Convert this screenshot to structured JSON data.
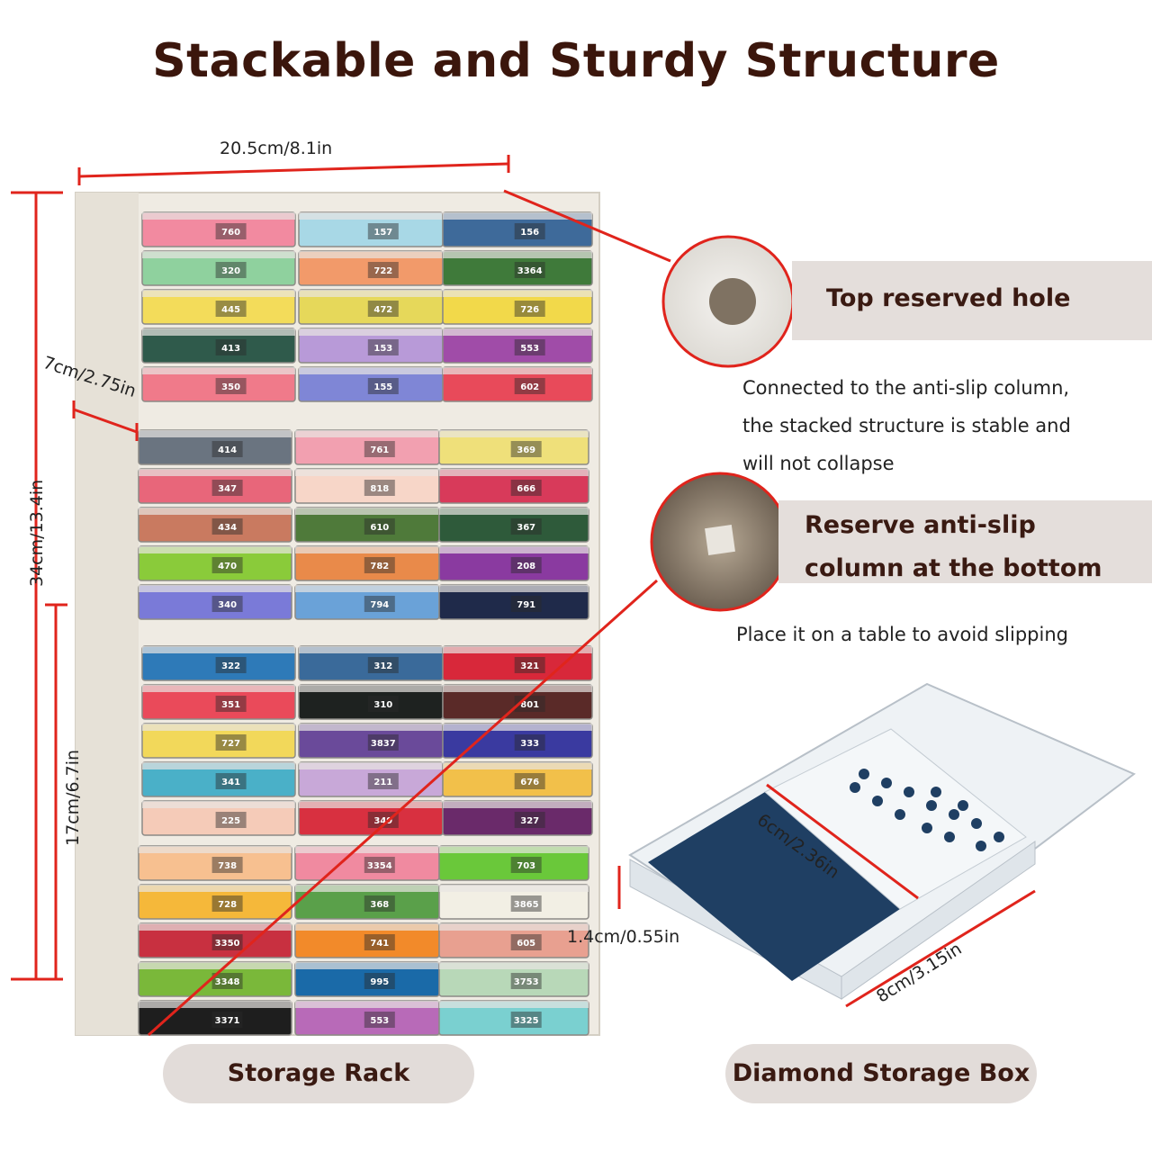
{
  "title": "Stackable and Sturdy Structure",
  "dimensions": {
    "rack_width": "20.5cm/8.1in",
    "rack_depth": "7cm/2.75in",
    "rack_height": "34cm/13.4in",
    "module_height": "17cm/6.7in",
    "box_height": "1.4cm/0.55in",
    "box_width": "6cm/2.36in",
    "box_length": "8cm/3.15in"
  },
  "callouts": [
    {
      "title": "Top reserved hole",
      "desc": [
        "Connected to the anti-slip column,",
        "the stacked structure is stable and",
        "will not collapse"
      ]
    },
    {
      "title": [
        "Reserve anti-slip",
        "column at the bottom"
      ],
      "desc": [
        "Place it on a table to avoid slipping"
      ]
    }
  ],
  "labels": {
    "rack": "Storage Rack",
    "box": "Diamond Storage Box"
  },
  "bead_codes": [
    [
      "760",
      "320",
      "445",
      "413",
      "350"
    ],
    [
      "157",
      "722",
      "472",
      "153",
      "155"
    ],
    [
      "156",
      "3364",
      "726",
      "553",
      "602"
    ],
    [
      "414",
      "347",
      "434",
      "470",
      "340"
    ],
    [
      "761",
      "818",
      "610",
      "782",
      "794"
    ],
    [
      "369",
      "666",
      "367",
      "208",
      "791"
    ],
    [
      "322",
      "351",
      "727",
      "341",
      "225"
    ],
    [
      "312",
      "310",
      "3837",
      "211",
      "349"
    ],
    [
      "321",
      "801",
      "333",
      "676",
      "327"
    ],
    [
      "738",
      "728",
      "3350",
      "3348",
      "3371"
    ],
    [
      "3354",
      "368",
      "741",
      "995",
      "553"
    ],
    [
      "703",
      "3865",
      "605",
      "3753",
      "3325"
    ]
  ],
  "colors": {
    "title": "#3b160c",
    "accent_line": "#e0241c",
    "band": "#e4dedb"
  }
}
